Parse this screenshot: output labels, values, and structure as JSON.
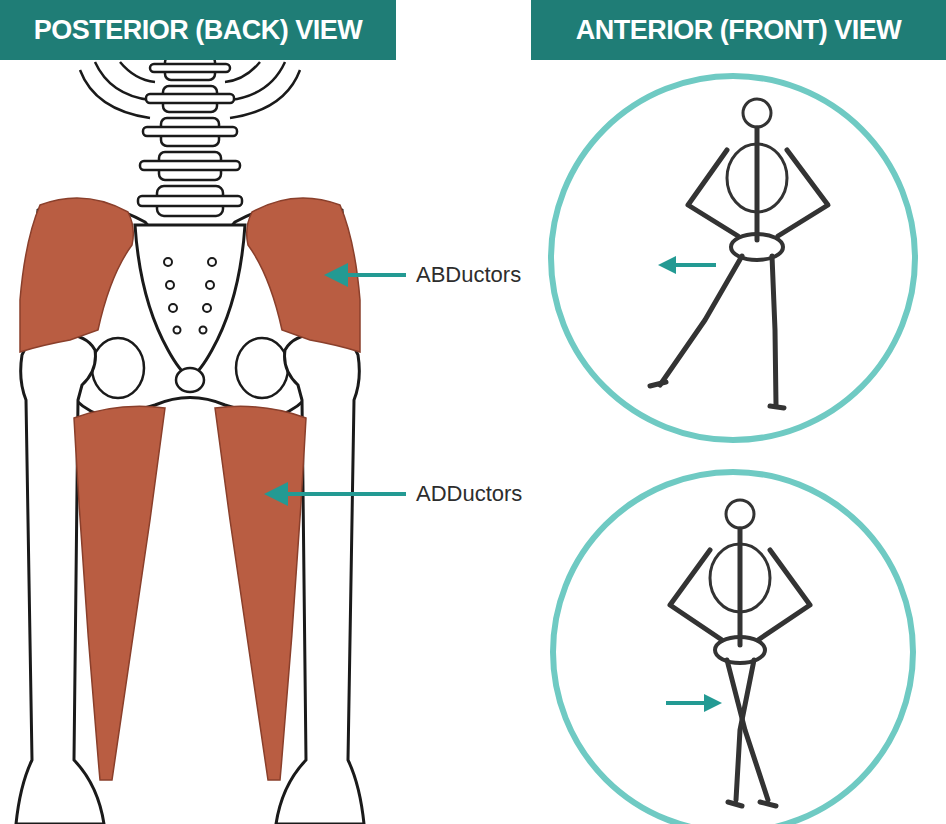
{
  "diagram": {
    "nodes": [
      {
        "text": [
          "POSTERIOR (BACK) VIEW"
        ]
      },
      {
        "text": [
          "ANTERIOR (FRONT) VIEW"
        ]
      }
    ],
    "labels": [
      "ABDuctors",
      "ADDuctors"
    ]
  }
}
